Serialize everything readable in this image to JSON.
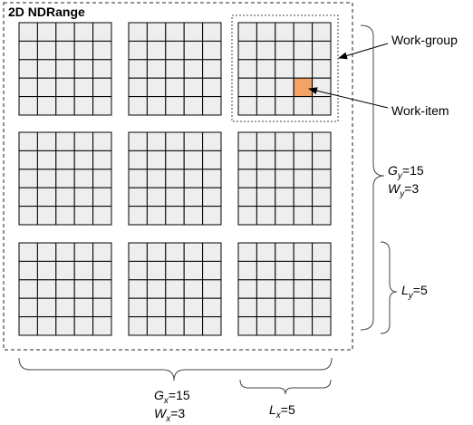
{
  "diagram": {
    "title": "2D NDRange",
    "workgroups": {
      "rows": 3,
      "cols": 3
    },
    "workitems_per_group": {
      "rows": 5,
      "cols": 5
    },
    "highlighted": {
      "group_row": 0,
      "group_col": 2,
      "item_row": 3,
      "item_col": 3
    },
    "labels": {
      "work_group": "Work-group",
      "work_item": "Work-item"
    },
    "gy": {
      "var": "G",
      "sub": "y",
      "value": "=15"
    },
    "wy": {
      "var": "W",
      "sub": "y",
      "value": "=3"
    },
    "ly": {
      "var": "L",
      "sub": "y",
      "value": "=5"
    },
    "gx": {
      "var": "G",
      "sub": "x",
      "value": "=15"
    },
    "wx": {
      "var": "W",
      "sub": "x",
      "value": "=3"
    },
    "lx": {
      "var": "L",
      "sub": "x",
      "value": "=5"
    },
    "colors": {
      "cell_fill": "#eeeeee",
      "highlight_fill": "#f3a366",
      "line": "#000000",
      "dashed": "#555555",
      "brace": "#444444"
    }
  }
}
